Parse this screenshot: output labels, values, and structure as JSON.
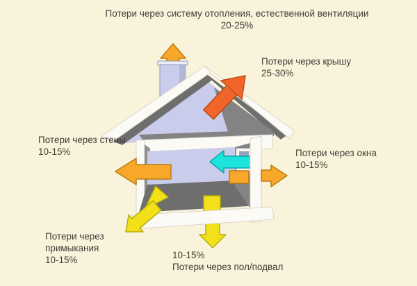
{
  "title": {
    "text": "Потери через систему отопления, естественной вентиляции",
    "value": "20-25%"
  },
  "labels": {
    "roof": {
      "text": "Потери через крышу",
      "value": "25-30%"
    },
    "walls": {
      "text": "Потери через стены",
      "value": "10-15%"
    },
    "windows": {
      "text": "Потери через окна",
      "value": "10-15%"
    },
    "junctions": {
      "text": "Потери через примыкания",
      "value": "10-15%"
    },
    "floor": {
      "value": "10-15%",
      "text": "Потери через пол/подвал"
    }
  },
  "colors": {
    "background": "#faf3dc",
    "text": "#3e3d35",
    "orange": "#f7a82a",
    "orange_deep": "#f2652a",
    "cyan": "#1ce3dc",
    "yellow": "#f2e118",
    "lavender": "#c9ccea",
    "lavender_shade": "#b3b7d8",
    "chimney_cap": "#eceef8",
    "white": "#fbfaf5",
    "gray_dark": "#6e6e6e",
    "gray_mid": "#838383",
    "gray_light": "#8f8f8f",
    "window_pane": "#9ba0bc"
  }
}
